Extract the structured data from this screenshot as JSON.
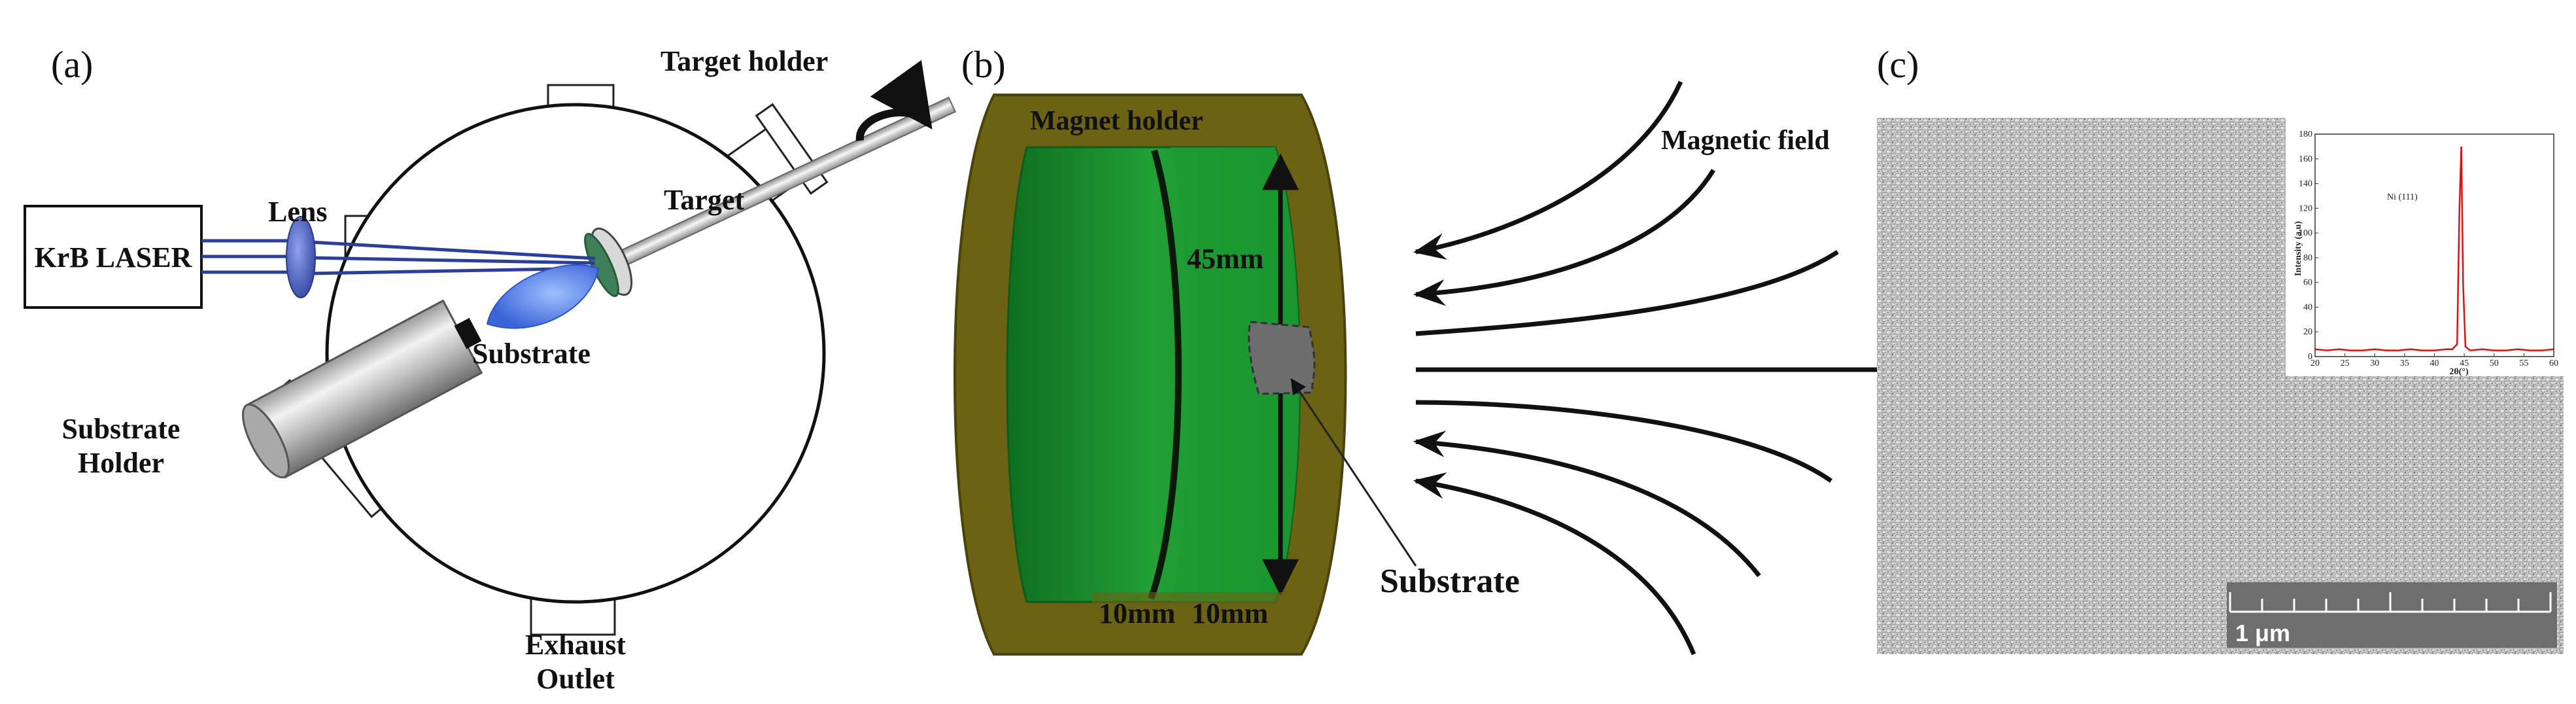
{
  "panels": {
    "a": {
      "label": "(a)",
      "laser": "KrB LASER",
      "lens": "Lens",
      "target": "Target",
      "target_holder": "Target holder",
      "substrate": "Substrate",
      "substrate_holder_line1": "Substrate",
      "substrate_holder_line2": "Holder",
      "exhaust_line1": "Exhaust",
      "exhaust_line2": "Outlet"
    },
    "b": {
      "label": "(b)",
      "magnet_holder": "Magnet holder",
      "magnetic_field": "Magnetic field",
      "height": "45mm",
      "width_left": "10mm",
      "width_right": "10mm",
      "substrate": "Substrate"
    },
    "c": {
      "label": "(c)",
      "scale_bar": "1 μm",
      "inset": {
        "peak_label": "Ni (111)",
        "xlabel": "2θ(°)",
        "ylabel": "Intensity (a.u)"
      }
    }
  },
  "colors": {
    "laser_beam": "#2b3f9a",
    "lens": "#5b6fc4",
    "plume": "#5a86e8",
    "target_ring": "#3f7f5a",
    "holder_frame": "#6b6214",
    "holder_inner": "#1c8a2c",
    "substrate_square": "#6d6d6d",
    "xrd_peak": "#e01010"
  },
  "chart_data": {
    "type": "line",
    "xlabel": "2θ(°)",
    "ylabel": "Intensity (a.u)",
    "xlim": [
      20,
      60
    ],
    "ylim": [
      0,
      180
    ],
    "xticks": [
      20,
      25,
      30,
      35,
      40,
      45,
      50,
      55,
      60
    ],
    "yticks": [
      0,
      20,
      40,
      60,
      80,
      100,
      120,
      140,
      160,
      180
    ],
    "annotations": [
      "Ni (111)"
    ],
    "x": [
      20,
      22,
      24,
      26,
      28,
      30,
      32,
      34,
      36,
      38,
      40,
      42,
      43,
      43.8,
      44.2,
      44.5,
      44.8,
      45.2,
      46,
      48,
      50,
      52,
      54,
      56,
      58,
      60
    ],
    "y": [
      6,
      5,
      6,
      5,
      5,
      6,
      5,
      5,
      6,
      5,
      5,
      6,
      6,
      10,
      120,
      170,
      60,
      8,
      5,
      6,
      5,
      5,
      6,
      5,
      5,
      6
    ]
  }
}
